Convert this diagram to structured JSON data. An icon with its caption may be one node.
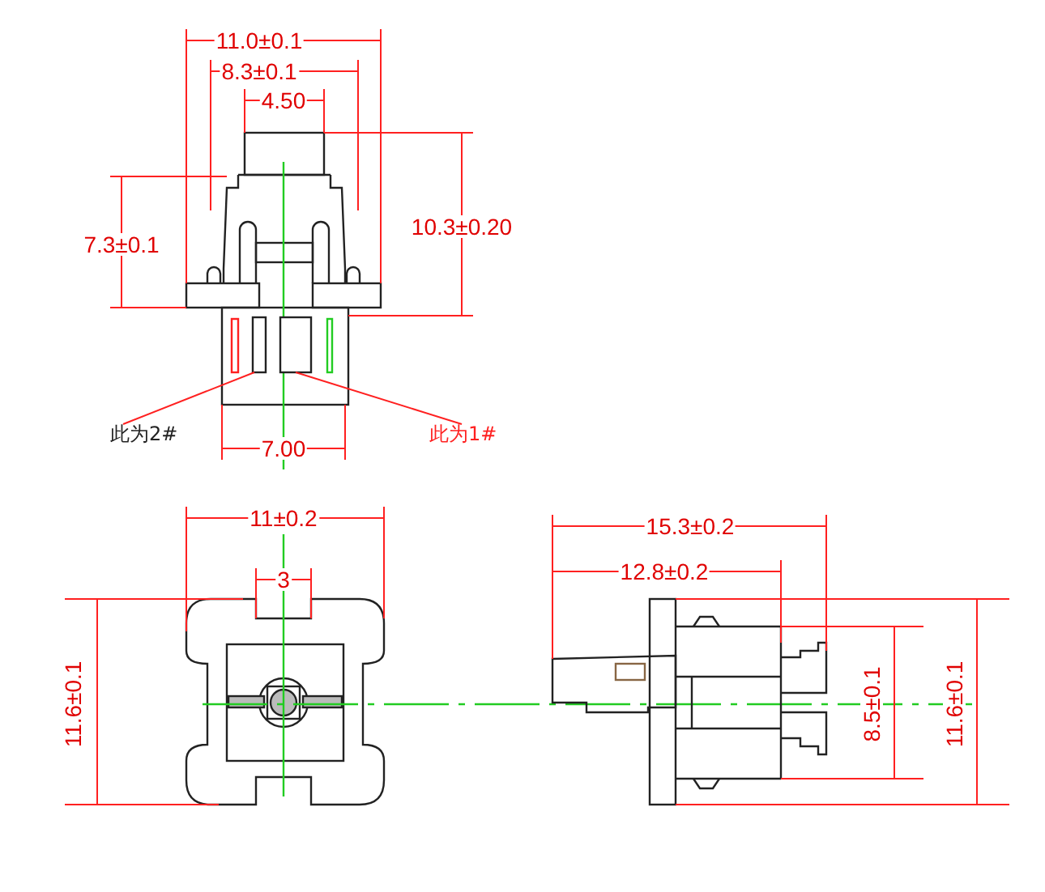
{
  "diagram": {
    "nodes": [
      {
        "text": [
          "此为2#"
        ]
      },
      {
        "text": [
          "此为1#"
        ]
      },
      {
        "text": [],
        "shape": "bar"
      },
      {
        "text": [],
        "shape": "bar"
      }
    ],
    "edges": [
      {
        "from": 0,
        "to": 2,
        "arrow": "none"
      },
      {
        "from": 1,
        "to": 3,
        "arrow": "none"
      }
    ],
    "labels": [
      "11.0±0.1",
      "8.3±0.1",
      "4.50",
      "7.3±0.1",
      "10.3±0.20",
      "7.00",
      "11±0.2",
      "3",
      "15.3±0.2",
      "12.8±0.2",
      "11.6±0.1",
      "8.5±0.1",
      "11.6±0.1"
    ]
  }
}
